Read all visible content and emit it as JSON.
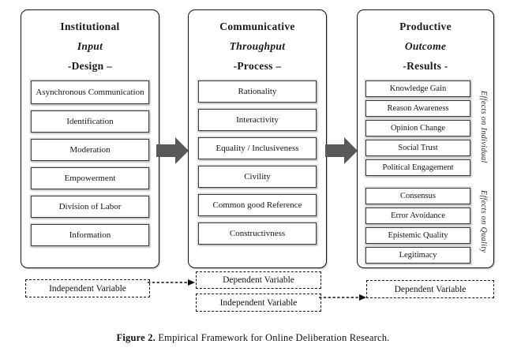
{
  "caption": {
    "label": "Figure 2.",
    "text": " Empirical Framework for Online Deliberation Research."
  },
  "columns": [
    {
      "title": "Institutional",
      "subtitle": "Input",
      "mode": "-Design –",
      "items": [
        "Asynchronous Communication",
        "Identification",
        "Moderation",
        "Empowerment",
        "Division of Labor",
        "Information"
      ]
    },
    {
      "title": "Communicative",
      "subtitle": "Throughput",
      "mode": "-Process –",
      "items": [
        "Rationality",
        "Interactivity",
        "Equality / Inclusiveness",
        "Civility",
        "Common good Reference",
        "Constructivness"
      ]
    },
    {
      "title": "Productive",
      "subtitle": "Outcome",
      "mode": "-Results -",
      "individual_label": "Effects on Individual",
      "quality_label": "Effects on Quality",
      "individual_items": [
        "Knowledge Gain",
        "Reason Awareness",
        "Opinion Change",
        "Social Trust",
        "Political Engagement"
      ],
      "quality_items": [
        "Consensus",
        "Error Avoidance",
        "Epistemic Quality",
        "Legitimacy"
      ]
    }
  ],
  "variable_boxes": {
    "institutional_independent": "Independent Variable",
    "communicative_dependent": "Dependent Variable",
    "communicative_independent": "Independent Variable",
    "productive_dependent": "Dependent Variable"
  },
  "colors": {
    "block_arrow": "#595959",
    "dash_arrow": "#111111"
  }
}
